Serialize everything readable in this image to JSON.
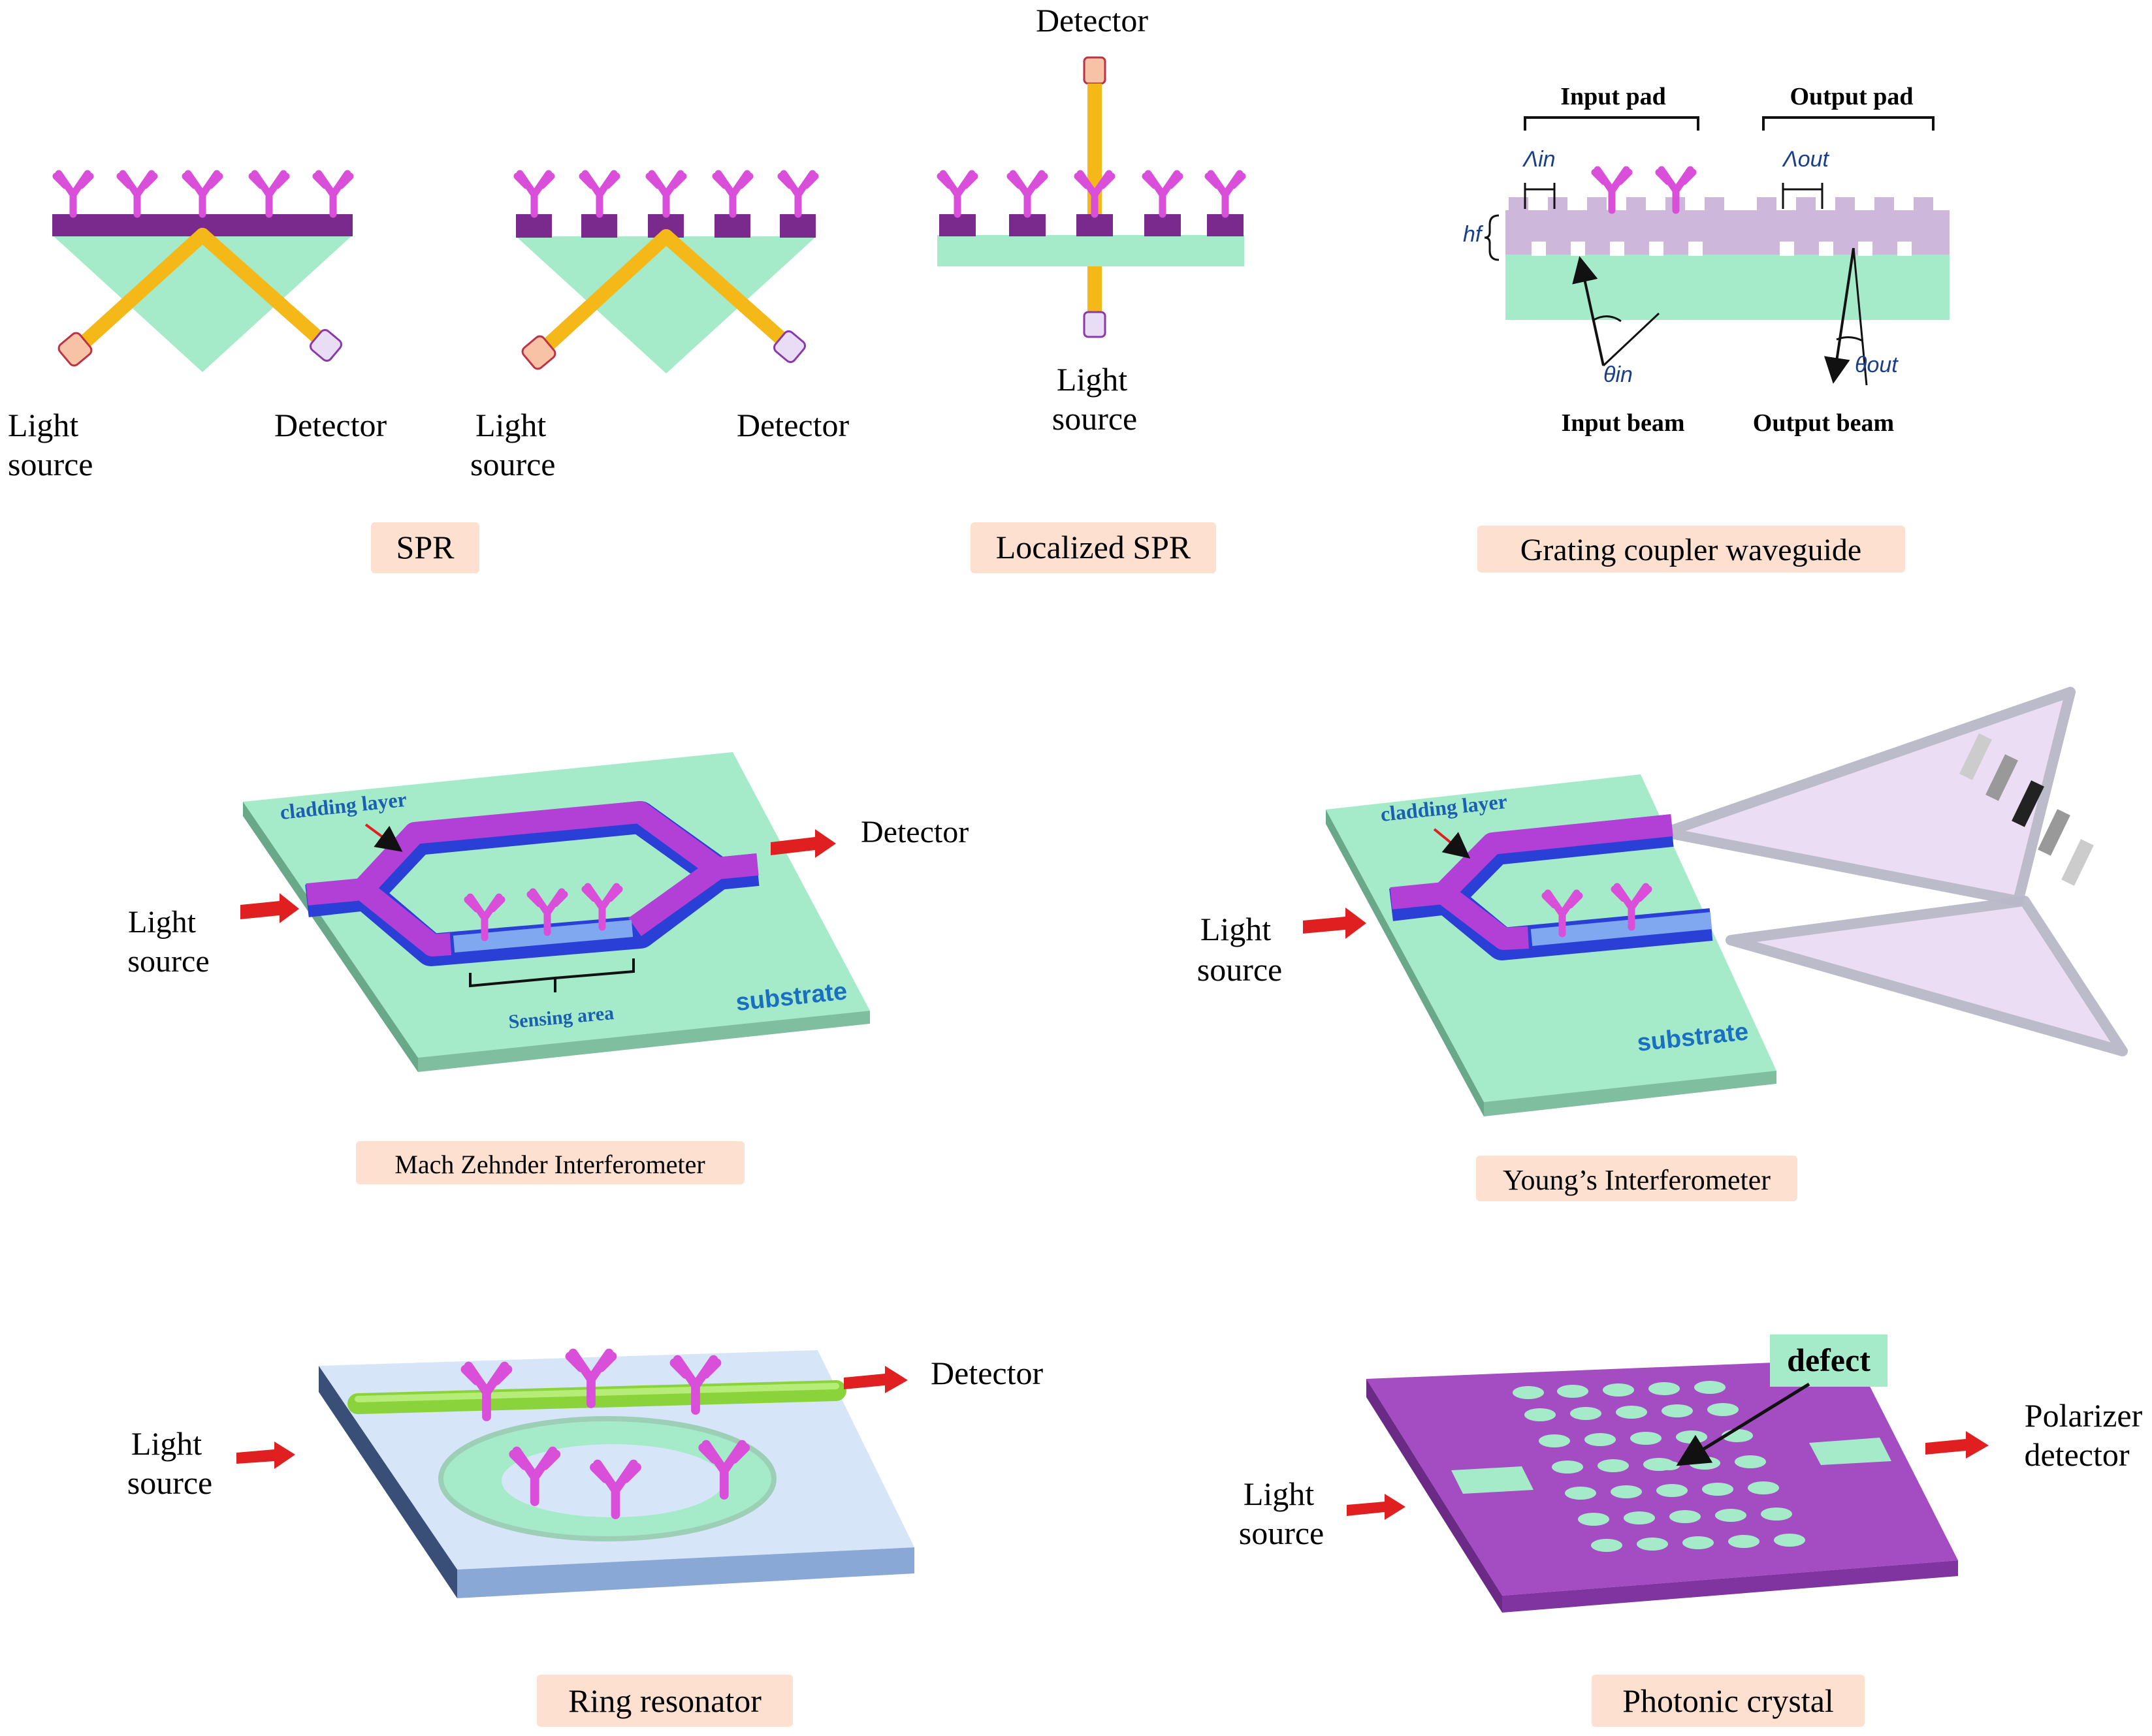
{
  "colors": {
    "label_bg": "#fde0d0",
    "antibody": "#d94fd9",
    "gold_layer": "#7a2a8c",
    "prism": "#a6ebc9",
    "beam": "#f4b818",
    "waveguide_purple": "#b23fd6",
    "waveguide_blue": "#2a3fd6",
    "substrate_green": "#a6ebc9",
    "arrow_red": "#e02020",
    "grating_lilac": "#cdb8dc",
    "ring_base": "#d6e6f8",
    "ring_bar": "#8ad33b",
    "crystal_purple": "#a44cc2",
    "blue_text": "#1a5fb0"
  },
  "spr": {
    "label": "SPR",
    "left_source": [
      "Light",
      "source"
    ],
    "left_detector": "Detector",
    "right_source": [
      "Light",
      "source"
    ],
    "right_detector": "Detector"
  },
  "lspr": {
    "label": "Localized SPR",
    "detector": "Detector",
    "source": [
      "Light",
      "source"
    ]
  },
  "grating": {
    "label": "Grating coupler waveguide",
    "input_pad": "Input pad",
    "output_pad": "Output pad",
    "lambda_in": "Λin",
    "lambda_out": "Λout",
    "h_f": "hf",
    "theta_in": "θin",
    "theta_out": "θout",
    "input_beam": "Input beam",
    "output_beam": "Output beam"
  },
  "mzi": {
    "label": "Mach Zehnder Interferometer",
    "cladding": "cladding layer",
    "sensing": "Sensing area",
    "substrate": "substrate",
    "source": [
      "Light",
      "source"
    ],
    "detector": "Detector"
  },
  "young": {
    "label": "Young’s Interferometer",
    "cladding": "cladding layer",
    "substrate": "substrate",
    "source": [
      "Light",
      "source"
    ]
  },
  "ring": {
    "label": "Ring resonator",
    "source": [
      "Light",
      "source"
    ],
    "detector": "Detector"
  },
  "photonic": {
    "label": "Photonic crystal",
    "defect": "defect",
    "source": [
      "Light",
      "source"
    ],
    "detector": [
      "Polarizer",
      "detector"
    ]
  }
}
